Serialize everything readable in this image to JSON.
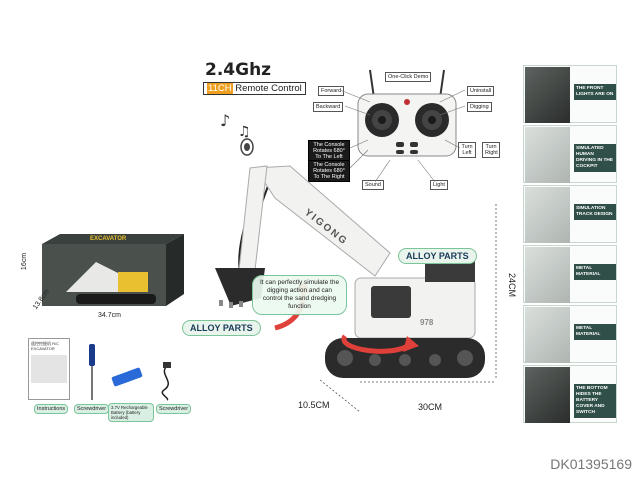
{
  "header": {
    "title": "2.4Ghz",
    "subtitle_prefix": "11CH",
    "subtitle_rest": "Remote Control"
  },
  "remote_labels": {
    "one_click_demo": "One-Click Demo",
    "forward": "Forward",
    "backward": "Backward",
    "uninstall": "Uninstall",
    "digging": "Digging",
    "rotate_left": "The Console Rotates 680° To The Left",
    "rotate_right": "The Console Rotates 680° To The Right",
    "turn_left": "Turn Left",
    "turn_right": "Turn Right",
    "sound": "Sound",
    "light": "Light"
  },
  "product": {
    "model_number": "978",
    "boom_text": "YIGONG",
    "alloy_parts_1": "ALLOY PARTS",
    "alloy_parts_2": "ALLOY PARTS",
    "callout": "It can perfectly simulate the digging action and can control the sand dredging function"
  },
  "dimensions": {
    "height": "24CM",
    "length": "30CM",
    "width": "10.5CM"
  },
  "box": {
    "height": "16cm",
    "depth": "13.8cm",
    "length": "34.7cm",
    "brand": "EXCAVATOR"
  },
  "accessories": [
    "Instructions",
    "Screwdriver",
    "3.7V Rechargeable Battery (battery included)",
    "Screwdriver"
  ],
  "manual_title": "遥控挖掘机 R/C EXCAVATOR",
  "features": [
    "THE FRONT LIGHTS ARE ON",
    "SIMULATED HUMAN DRIVING IN THE COCKPIT",
    "SIMULATION TRACK DESIGN",
    "METAL MATERIAL",
    "METAL MATERIAL",
    "THE BOTTOM HIDES THE BATTERY COVER AND SWITCH"
  ],
  "sku": "DK01395169",
  "colors": {
    "accent_green": "#7bc59a",
    "arrow_red": "#e0403a",
    "machine_white": "#f2f2f0",
    "machine_dark": "#2b2b2b"
  }
}
